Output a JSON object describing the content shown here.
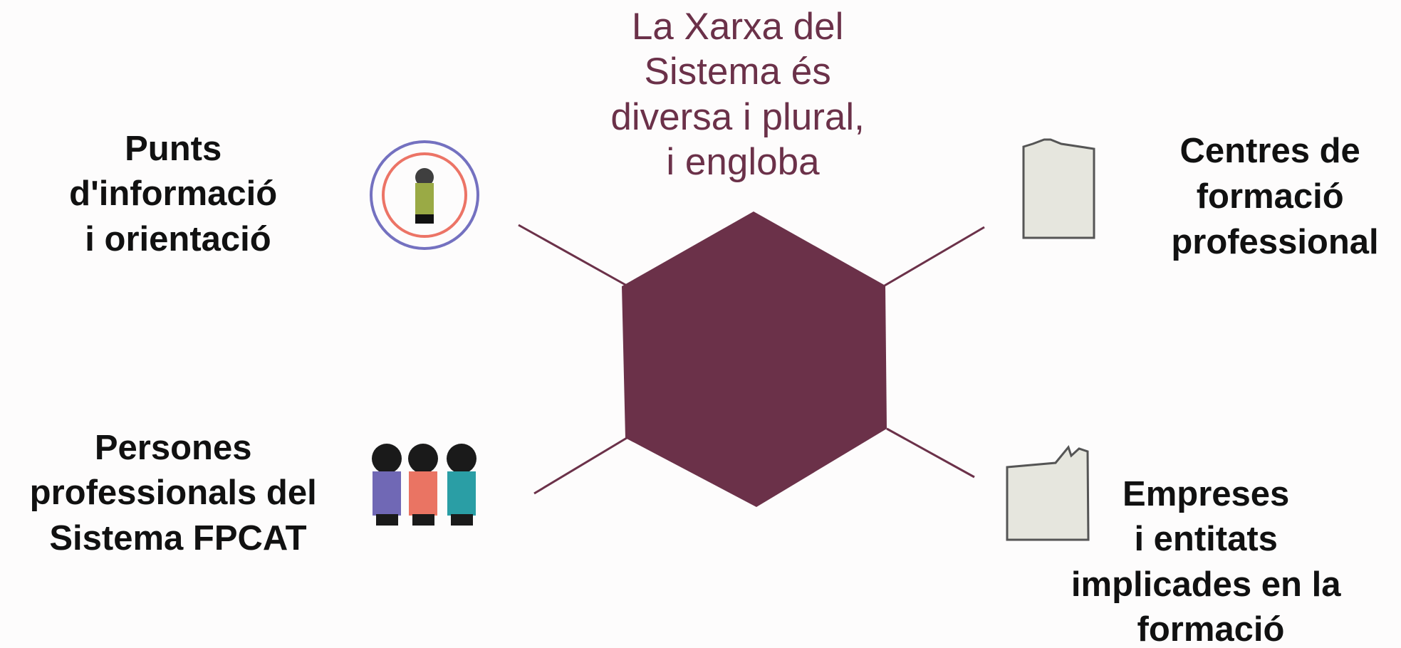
{
  "colors": {
    "accent": "#6b3149",
    "label": "#111111",
    "background": "#fdfcfc",
    "info_ring_outer": "#7471c0",
    "info_ring_inner": "#ec7466",
    "info_figure_head": "#3f3f3f",
    "info_figure_body": "#9aaa45",
    "person_purple": "#7068b5",
    "person_coral": "#ea7463",
    "person_teal": "#2a9ea5",
    "building_fill": "#e6e6de",
    "building_stroke": "#555555"
  },
  "title": {
    "lines": [
      "La Xarxa del",
      "Sistema és",
      "diversa i  plural,",
      "i engloba"
    ]
  },
  "nodes": {
    "info_points": {
      "lines": [
        "Punts",
        "d'informació",
        "i orientació"
      ],
      "icon": "information-point-icon"
    },
    "training_centres": {
      "lines": [
        "Centres de",
        "formació",
        "professional"
      ],
      "icon": "school-building-icon"
    },
    "professionals": {
      "lines": [
        "Persones",
        "professionals del",
        "Sistema FPCAT"
      ],
      "icon": "people-group-icon"
    },
    "companies": {
      "lines": [
        "Empreses",
        "i entitats",
        "implicades en la",
        "formació"
      ],
      "icon": "factory-icon"
    }
  }
}
